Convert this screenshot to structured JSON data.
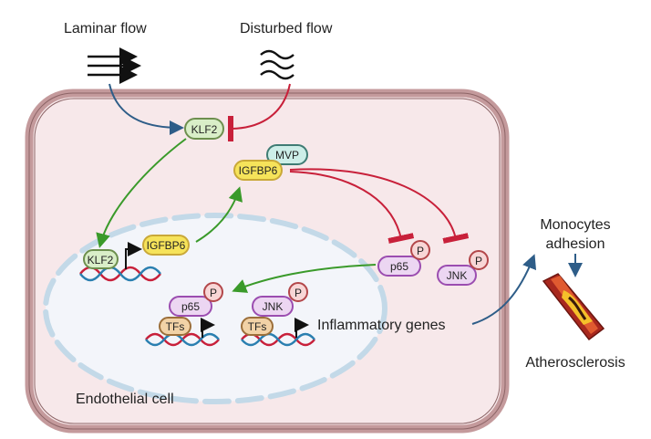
{
  "labels": {
    "laminar_flow": "Laminar flow",
    "disturbed_flow": "Disturbed flow",
    "endothelial_cell": "Endothelial cell",
    "inflammatory_genes": "Inflammatory genes",
    "monocytes_line1": "Monocytes",
    "monocytes_line2": "adhesion",
    "atherosclerosis": "Atherosclerosis"
  },
  "proteins": {
    "klf2_cyto": "KLF2",
    "mvp": "MVP",
    "igfbp6_cyto": "IGFBP6",
    "klf2_nuc": "KLF2",
    "igfbp6_nuc": "IGFBP6",
    "p65_cyto": "p65",
    "jnk_cyto": "JNK",
    "p65_nuc": "p65",
    "jnk_nuc": "JNK",
    "tfs_1": "TFs",
    "tfs_2": "TFs",
    "phospho": "P"
  },
  "colors": {
    "activation_arrow": "#3a9a2a",
    "inhibition": "#c8203a",
    "flow_arrow": "#2e5d88",
    "cell_fill": "#f7e8ea",
    "cell_border": "#c49a9c",
    "nucleus_fill": "#f3f5fa",
    "klf2": "#d9eec8",
    "igfbp6": "#f6e35a",
    "mvp": "#cdeee8",
    "kinase": "#ecd6f2",
    "phospho": "#f8d6d6",
    "tfs": "#f2d2a6"
  }
}
